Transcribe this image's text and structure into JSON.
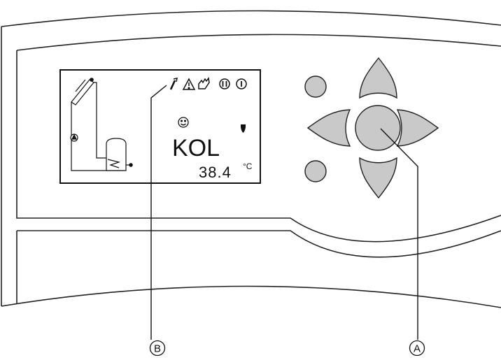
{
  "display": {
    "mode_label": "KOL",
    "temperature": "38.4",
    "temperature_unit": "°C",
    "status_icons": [
      "wrench-icon",
      "warning-icon",
      "hand-icon",
      "pause-icon",
      "power-icon"
    ],
    "face_icon": "smiley-icon",
    "shield_icon": "shield-icon"
  },
  "controls": {
    "round_buttons": [
      "round-button-upper",
      "round-button-lower"
    ],
    "nav_keys": [
      "up-key",
      "left-key",
      "ok-key",
      "right-key",
      "down-key"
    ],
    "key_fill": "#c9c9c9"
  },
  "callouts": {
    "a_label": "A",
    "b_label": "B"
  }
}
